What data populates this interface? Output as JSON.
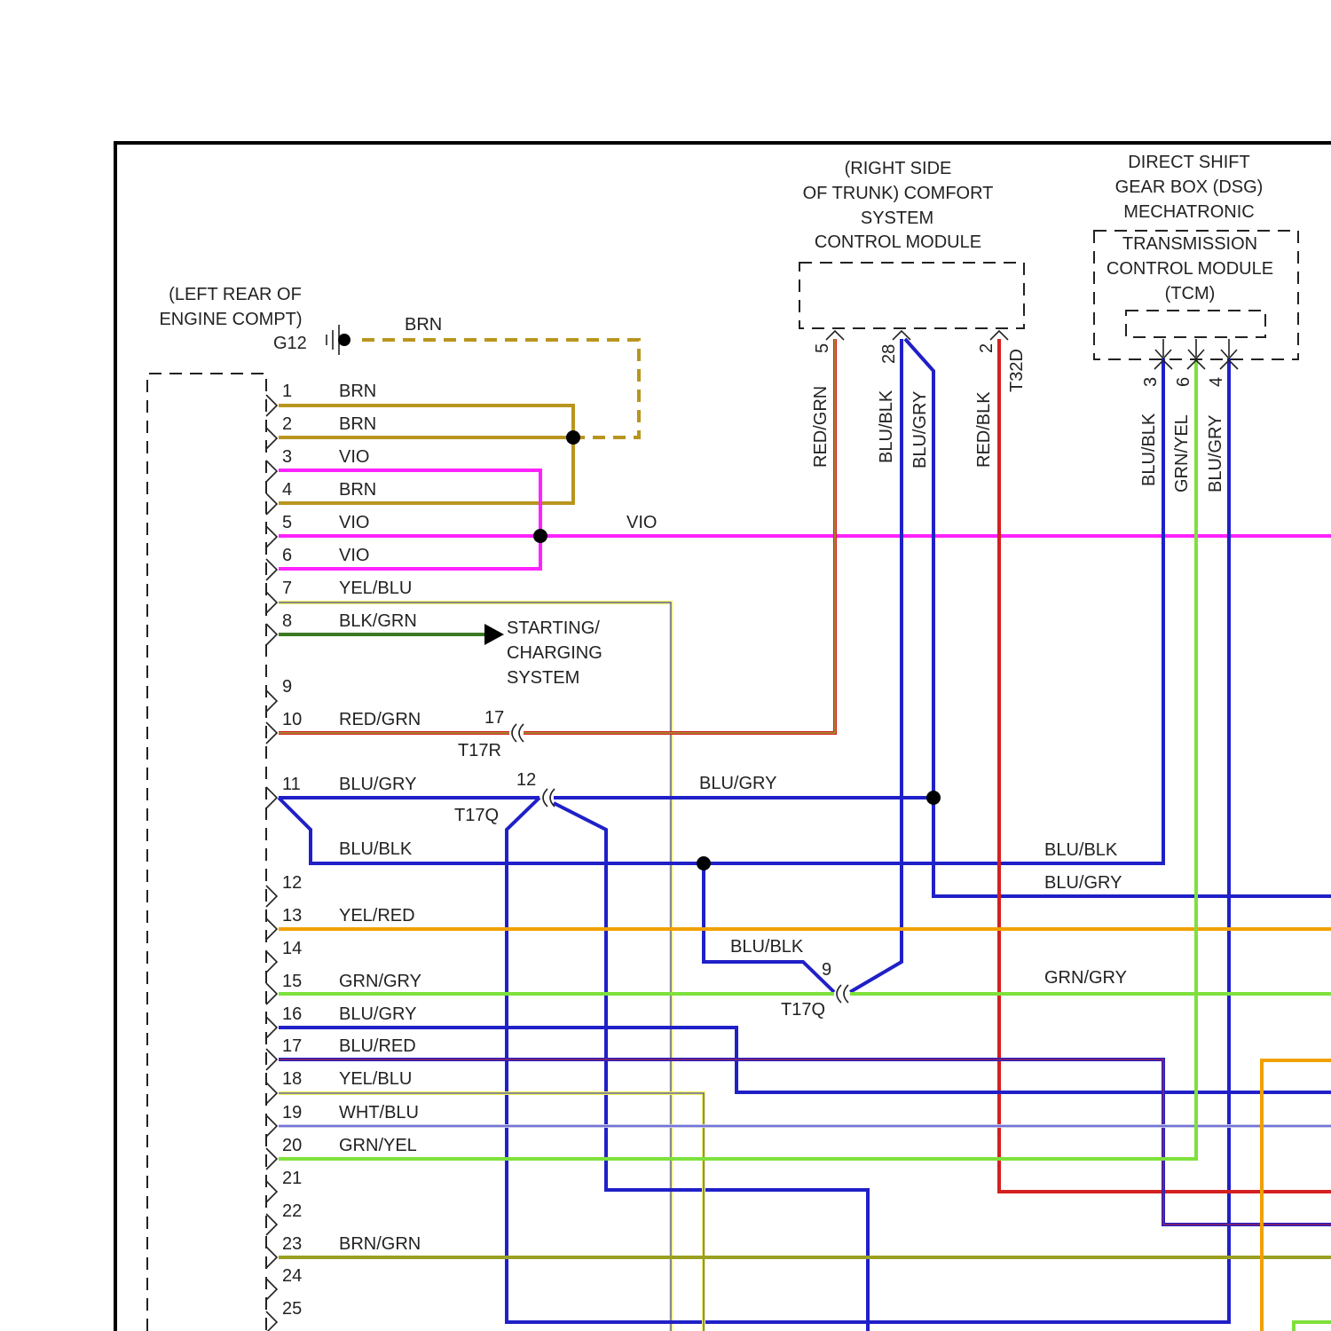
{
  "components": {
    "ground": {
      "location": [
        "(LEFT REAR OF",
        "ENGINE COMPT)"
      ],
      "id": "G12",
      "wire": "BRN"
    },
    "comfort_module": {
      "title": [
        "(RIGHT SIDE",
        "OF TRUNK) COMFORT",
        "SYSTEM",
        "CONTROL MODULE"
      ],
      "connector": "T32D",
      "pins": [
        "5",
        "28",
        "2"
      ]
    },
    "tcm": {
      "title_outer": [
        "DIRECT SHIFT",
        "GEAR BOX (DSG)",
        "MECHATRONIC"
      ],
      "title_inner": [
        "TRANSMISSION",
        "CONTROL MODULE",
        "(TCM)"
      ],
      "pins": [
        "3",
        "6",
        "4"
      ]
    },
    "starting": [
      "STARTING/",
      "CHARGING",
      "SYSTEM"
    ]
  },
  "left_pins": [
    {
      "num": "1",
      "color": "BRN"
    },
    {
      "num": "2",
      "color": "BRN"
    },
    {
      "num": "3",
      "color": "VIO"
    },
    {
      "num": "4",
      "color": "BRN"
    },
    {
      "num": "5",
      "color": "VIO"
    },
    {
      "num": "6",
      "color": "VIO"
    },
    {
      "num": "7",
      "color": "YEL/BLU"
    },
    {
      "num": "8",
      "color": "BLK/GRN"
    },
    {
      "num": "9",
      "color": ""
    },
    {
      "num": "10",
      "color": "RED/GRN"
    },
    {
      "num": "11",
      "color": "BLU/GRY"
    },
    {
      "num": "12",
      "color": ""
    },
    {
      "num": "13",
      "color": "YEL/RED"
    },
    {
      "num": "14",
      "color": ""
    },
    {
      "num": "15",
      "color": "GRN/GRY"
    },
    {
      "num": "16",
      "color": "BLU/GRY"
    },
    {
      "num": "17",
      "color": "BLU/RED"
    },
    {
      "num": "18",
      "color": "YEL/BLU"
    },
    {
      "num": "19",
      "color": "WHT/BLU"
    },
    {
      "num": "20",
      "color": "GRN/YEL"
    },
    {
      "num": "21",
      "color": ""
    },
    {
      "num": "22",
      "color": ""
    },
    {
      "num": "23",
      "color": "BRN/GRN"
    },
    {
      "num": "24",
      "color": ""
    },
    {
      "num": "25",
      "color": ""
    }
  ],
  "wire_labels": {
    "vio_right": "VIO",
    "blu_blk_branch": "BLU/BLK",
    "blu_gry_mid": "BLU/GRY",
    "blu_blk_right": "BLU/BLK",
    "blu_gry_right": "BLU/GRY",
    "blu_blk_lower": "BLU/BLK",
    "grn_gry_right": "GRN/GRY",
    "comfort_vertical": [
      "RED/GRN",
      "BLU/BLK",
      "BLU/GRY",
      "RED/BLK"
    ],
    "tcm_vertical": [
      "BLU/BLK",
      "GRN/YEL",
      "BLU/GRY"
    ]
  },
  "connectors": {
    "t17r": {
      "name": "T17R",
      "pin": "17"
    },
    "t17q_a": {
      "name": "T17Q",
      "pin": "12"
    },
    "t17q_b": {
      "name": "T17Q",
      "pin": "9"
    }
  },
  "wire_colors": {
    "brn": "#b8951e",
    "vio": "#ff22ff",
    "yel": "#f2f25c",
    "grn": "#7ee03c",
    "blu": "#2020c8",
    "red": "#d42020",
    "blk": "#222222",
    "orange": "#f0a000"
  }
}
